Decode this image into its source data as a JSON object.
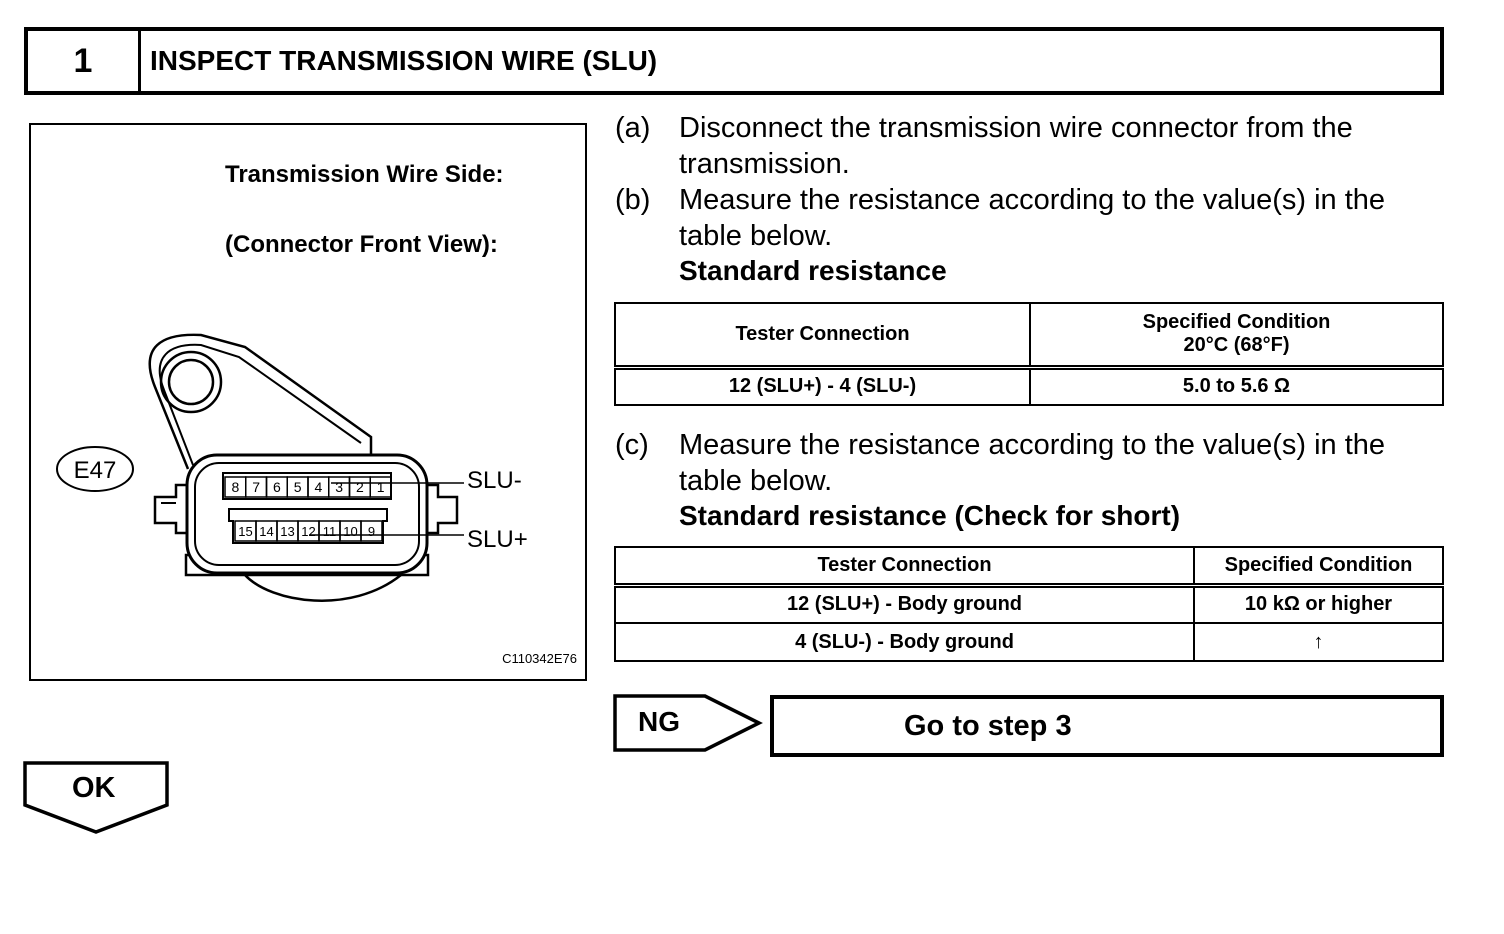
{
  "header": {
    "step_number": "1",
    "title": "INSPECT TRANSMISSION WIRE (SLU)"
  },
  "figure": {
    "label_line1": "Transmission Wire Side:",
    "label_line2": "(Connector Front View):",
    "connector_id": "E47",
    "pins_top": [
      "8",
      "7",
      "6",
      "5",
      "4",
      "3",
      "2",
      "1"
    ],
    "pins_bottom": [
      "15",
      "14",
      "13",
      "12",
      "11",
      "10",
      "9"
    ],
    "callout_minus": "SLU-",
    "callout_plus": "SLU+",
    "image_code": "C110342E76"
  },
  "steps": {
    "a": {
      "letter": "(a)",
      "text": "Disconnect the transmission wire connector from the transmission."
    },
    "b": {
      "letter": "(b)",
      "text": "Measure the resistance according to the value(s) in the table below."
    },
    "b_title": "Standard resistance",
    "c": {
      "letter": "(c)",
      "text": "Measure the resistance according to the value(s) in the table below."
    },
    "c_title": "Standard resistance (Check for short)"
  },
  "table1": {
    "col1_header": "Tester Connection",
    "col2_header_line1": "Specified Condition",
    "col2_header_line2": "20°C (68°F)",
    "rows": [
      {
        "connection": "12 (SLU+) - 4 (SLU-)",
        "condition": "5.0 to 5.6 Ω"
      }
    ]
  },
  "table2": {
    "col1_header": "Tester Connection",
    "col2_header": "Specified Condition",
    "rows": [
      {
        "connection": "12 (SLU+) - Body ground",
        "condition": "10 kΩ or higher"
      },
      {
        "connection": "4 (SLU-) - Body ground",
        "condition": "↑"
      }
    ]
  },
  "ng": {
    "label": "NG",
    "action": "Go to step 3"
  },
  "ok": {
    "label": "OK"
  }
}
